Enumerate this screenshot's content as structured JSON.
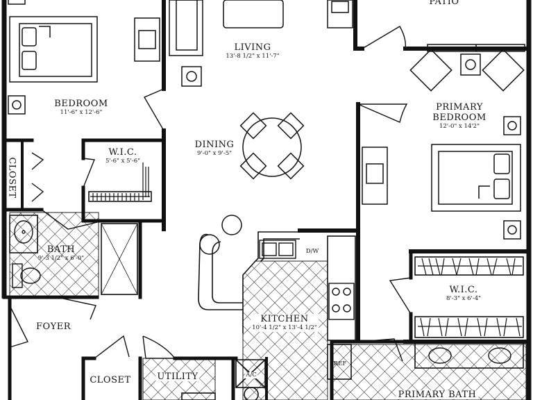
{
  "rooms": {
    "patio": {
      "name": "PATIO"
    },
    "living": {
      "name": "LIVING",
      "dims": "13'-8 1/2\" x 11'-7\""
    },
    "bedroom": {
      "name": "BEDROOM",
      "dims": "11'-6\" x 12'-6\""
    },
    "primary_bedroom": {
      "name_line1": "PRIMARY",
      "name_line2": "BEDROOM",
      "dims": "12'-0\" x 14'2\""
    },
    "dining": {
      "name": "DINING",
      "dims": "9'-0\" x 9'-5\""
    },
    "wic_bedroom": {
      "name": "W.I.C.",
      "dims": "5'-6\" x 5'-6\""
    },
    "closet_side": {
      "name": "CLOSET"
    },
    "bath": {
      "name": "BATH",
      "dims": "9'-3 1/2\" x 6'-0\""
    },
    "kitchen": {
      "name": "KITCHEN",
      "dims": "10'-4 1/2\" x 13'-4 1/2\""
    },
    "wic_primary": {
      "name": "W.I.C.",
      "dims": "8'-3\" x 6'-4\""
    },
    "foyer": {
      "name": "FOYER"
    },
    "closet": {
      "name": "CLOSET"
    },
    "utility": {
      "name": "UTILITY"
    },
    "primary_bath": {
      "name": "PRIMARY BATH"
    }
  },
  "fixtures": {
    "dishwasher": "D/W",
    "refrigerator": "REF",
    "ac": "A/C"
  }
}
